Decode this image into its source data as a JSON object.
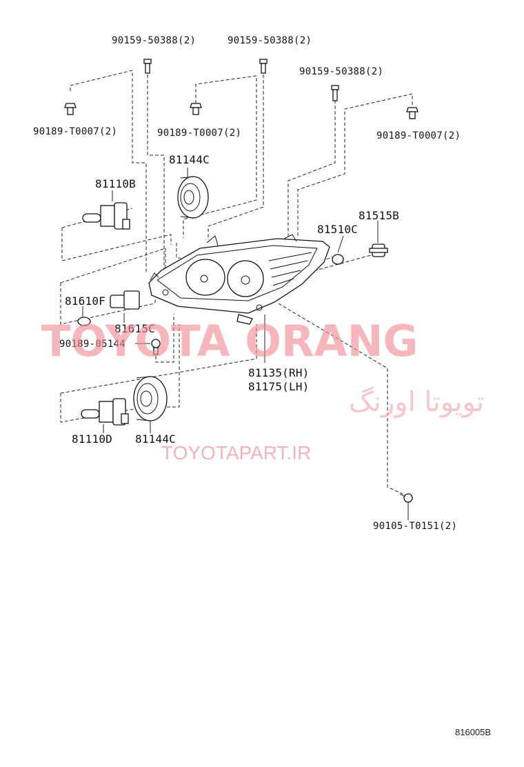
{
  "labels": {
    "bolt_top_left": "90159-50388(2)",
    "bolt_top_mid": "90159-50388(2)",
    "bolt_top_right": "90159-50388(2)",
    "clip_left": "90189-T0007(2)",
    "clip_mid": "90189-T0007(2)",
    "clip_right": "90189-T0007(2)",
    "cap_upper": "81144C",
    "bulb_upper": "81110B",
    "side_marker": "81515B",
    "bulb_small": "81510C",
    "bulb_wedge": "81610F",
    "socket": "81615C",
    "screw_small": "90189-05144",
    "headlamp_rh": "81135(RH)",
    "headlamp_lh": "81175(LH)",
    "bulb_lower": "81110D",
    "cap_lower": "81144C",
    "bolt_bottom": "90105-T0151(2)"
  },
  "watermark": {
    "brand": "TOYOTA ORANG",
    "persian": "تویوتا اورنگ",
    "url": "TOYOTAPART.IR"
  },
  "diagram_code": "816005B"
}
